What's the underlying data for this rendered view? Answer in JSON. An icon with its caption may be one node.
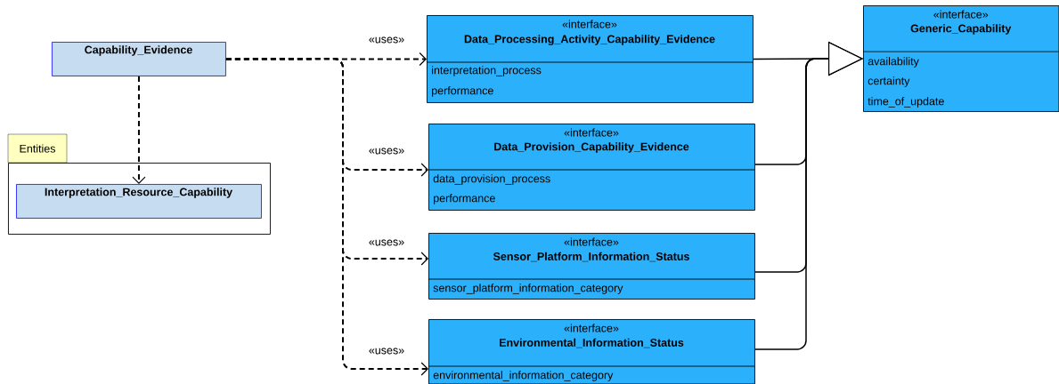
{
  "diagram": {
    "nodes": [
      {
        "text": [
          "Capability_Evidence"
        ]
      },
      {
        "text": [
          "Entities"
        ]
      },
      {
        "text": [
          "Interpretation_Resource_Capability"
        ],
        "in": 1
      },
      {
        "text": [
          "«interface»",
          "Data_Processing_Activity_Capability_Evidence",
          "interpretation_process",
          "performance"
        ]
      },
      {
        "text": [
          "«interface»",
          "Data_Provision_Capability_Evidence",
          "data_provision_process",
          "performance"
        ]
      },
      {
        "text": [
          "«interface»",
          "Sensor_Platform_Information_Status",
          "sensor_platform_information_category"
        ]
      },
      {
        "text": [
          "«interface»",
          "Environmental_Information_Status",
          "environmental_information_category"
        ]
      },
      {
        "text": [
          "«interface»",
          "Generic_Capability",
          "availability",
          "certainty",
          "time_of_update"
        ]
      }
    ],
    "edges": [
      {
        "from": 0,
        "to": 2,
        "arrow": "to",
        "style": "dashed"
      },
      {
        "from": 0,
        "to": 3,
        "arrow": "to",
        "style": "dashed",
        "label": "«uses»"
      },
      {
        "from": 0,
        "to": 4,
        "arrow": "to",
        "style": "dashed",
        "label": "«uses»"
      },
      {
        "from": 0,
        "to": 5,
        "arrow": "to",
        "style": "dashed",
        "label": "«uses»"
      },
      {
        "from": 0,
        "to": 6,
        "arrow": "to",
        "style": "dashed",
        "label": "«uses»"
      },
      {
        "from": 3,
        "to": 7,
        "arrow": "to"
      },
      {
        "from": 4,
        "to": 7,
        "arrow": "to"
      },
      {
        "from": 5,
        "to": 7,
        "arrow": "to"
      },
      {
        "from": 6,
        "to": 7,
        "arrow": "to"
      }
    ]
  }
}
